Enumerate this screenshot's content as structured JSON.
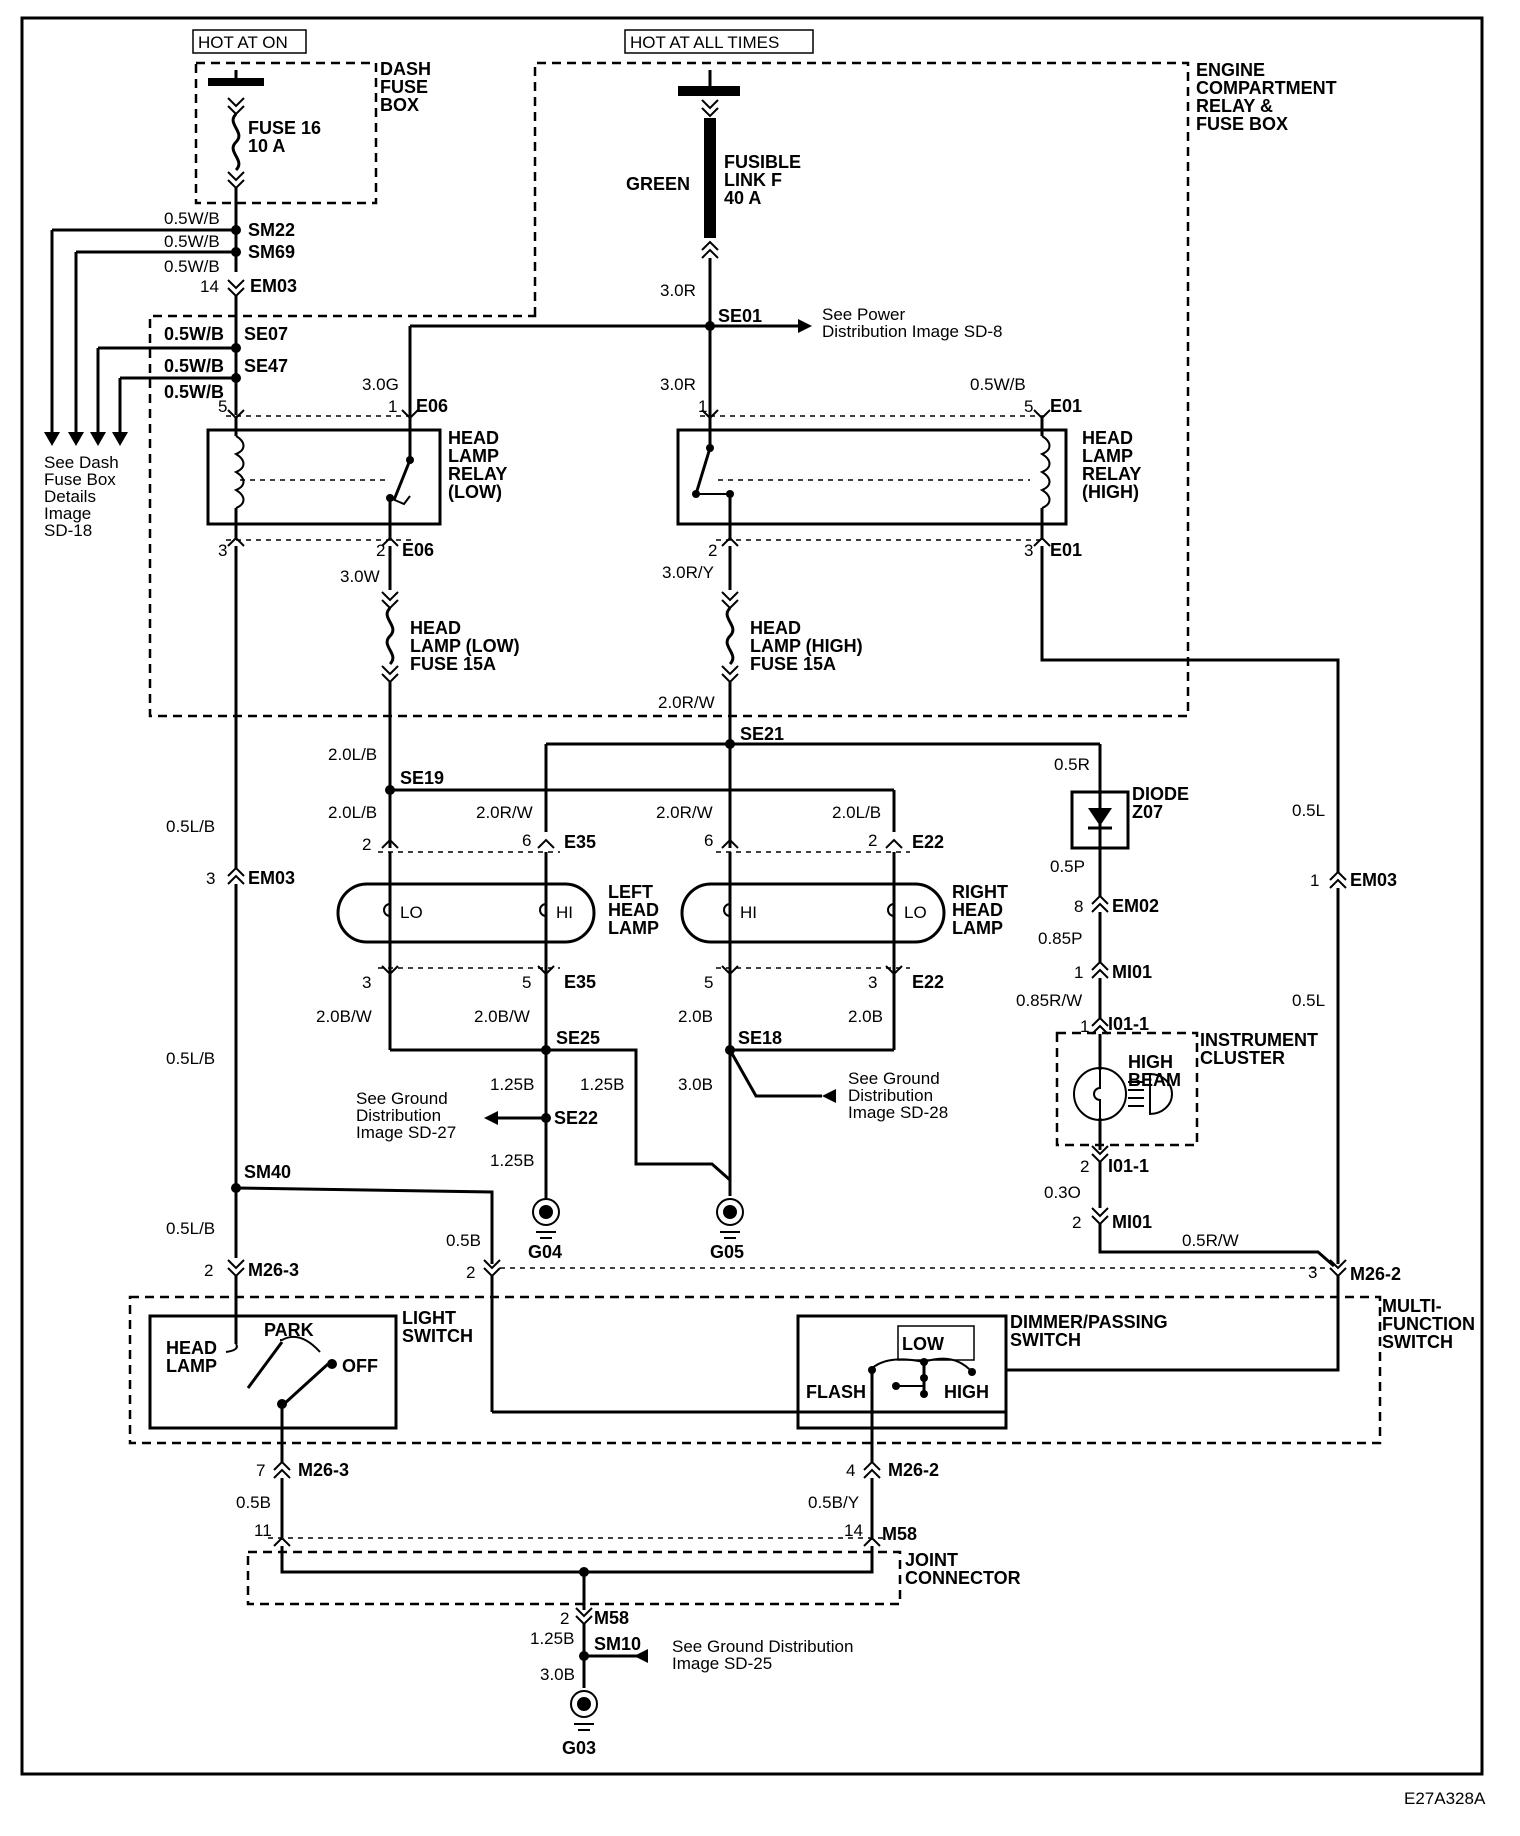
{
  "headers": {
    "hot_on": "HOT AT ON",
    "hot_all": "HOT AT ALL TIMES"
  },
  "boxes": {
    "dash_fuse": "DASH\nFUSE\nBOX",
    "engine_comp": "ENGINE\nCOMPARTMENT\nRELAY &\nFUSE BOX",
    "instrument_cluster": "INSTRUMENT\nCLUSTER",
    "multi_function": "MULTI-\nFUNCTION\nSWITCH",
    "joint_connector": "JOINT\nCONNECTOR"
  },
  "components": {
    "fuse16": "FUSE 16\n10 A",
    "green": "GREEN",
    "fusible_link": "FUSIBLE\nLINK F\n40 A",
    "relay_low": "HEAD\nLAMP\nRELAY\n(LOW)",
    "relay_high": "HEAD\nLAMP\nRELAY\n(HIGH)",
    "fuse_low": "HEAD\nLAMP (LOW)\nFUSE 15A",
    "fuse_high": "HEAD\nLAMP (HIGH)\nFUSE 15A",
    "left_head_lamp": "LEFT\nHEAD\nLAMP",
    "right_head_lamp": "RIGHT\nHEAD\nLAMP",
    "diode": "DIODE\nZ07",
    "high_beam": "HIGH\nBEAM",
    "light_switch": "LIGHT\nSWITCH",
    "dimmer_switch": "DIMMER/PASSING\nSWITCH",
    "lo": "LO",
    "hi": "HI",
    "head_lamp_pos": "HEAD\nLAMP",
    "park": "PARK",
    "off": "OFF",
    "low": "LOW",
    "flash": "FLASH",
    "high": "HIGH"
  },
  "references": {
    "power_dist": "See Power\nDistribution Image  SD-8",
    "dash_details": "See Dash\nFuse Box\nDetails\nImage\nSD-18",
    "ground_sd27": "See Ground\nDistribution\nImage  SD-27",
    "ground_sd28": "See Ground\nDistribution\nImage  SD-28",
    "ground_sd25": "See Ground Distribution\nImage  SD-25"
  },
  "splices": {
    "sm22": "SM22",
    "sm69": "SM69",
    "se07": "SE07",
    "se47": "SE47",
    "se01": "SE01",
    "se21": "SE21",
    "se19": "SE19",
    "se25": "SE25",
    "se22": "SE22",
    "se18": "SE18",
    "sm40": "SM40",
    "sm10": "SM10"
  },
  "connectors": {
    "em03": "EM03",
    "e06": "E06",
    "e01": "E01",
    "e35": "E35",
    "e22": "E22",
    "em02": "EM02",
    "mi01": "MI01",
    "i01_1": "I01-1",
    "m26_3": "M26-3",
    "m26_2": "M26-2",
    "m58": "M58"
  },
  "grounds": {
    "g04": "G04",
    "g05": "G05",
    "g03": "G03"
  },
  "wires": {
    "w05wb": "0.5W/B",
    "w30r": "3.0R",
    "w30g": "3.0G",
    "w30w": "3.0W",
    "w30ry": "3.0R/Y",
    "w20rw": "2.0R/W",
    "w20lb": "2.0L/B",
    "w05lb": "0.5L/B",
    "w05r": "0.5R",
    "w05p": "0.5P",
    "w085p": "0.85P",
    "w085rw": "0.85R/W",
    "w03o": "0.3O",
    "w05rw": "0.5R/W",
    "w05l": "0.5L",
    "w20bw": "2.0B/W",
    "w20b": "2.0B",
    "w125b": "1.25B",
    "w30b": "3.0B",
    "w05b": "0.5B",
    "w05by": "0.5B/Y"
  },
  "pins": {
    "p1": "1",
    "p2": "2",
    "p3": "3",
    "p4": "4",
    "p5": "5",
    "p6": "6",
    "p7": "7",
    "p8": "8",
    "p11": "11",
    "p14": "14"
  },
  "image_code": "E27A328A"
}
